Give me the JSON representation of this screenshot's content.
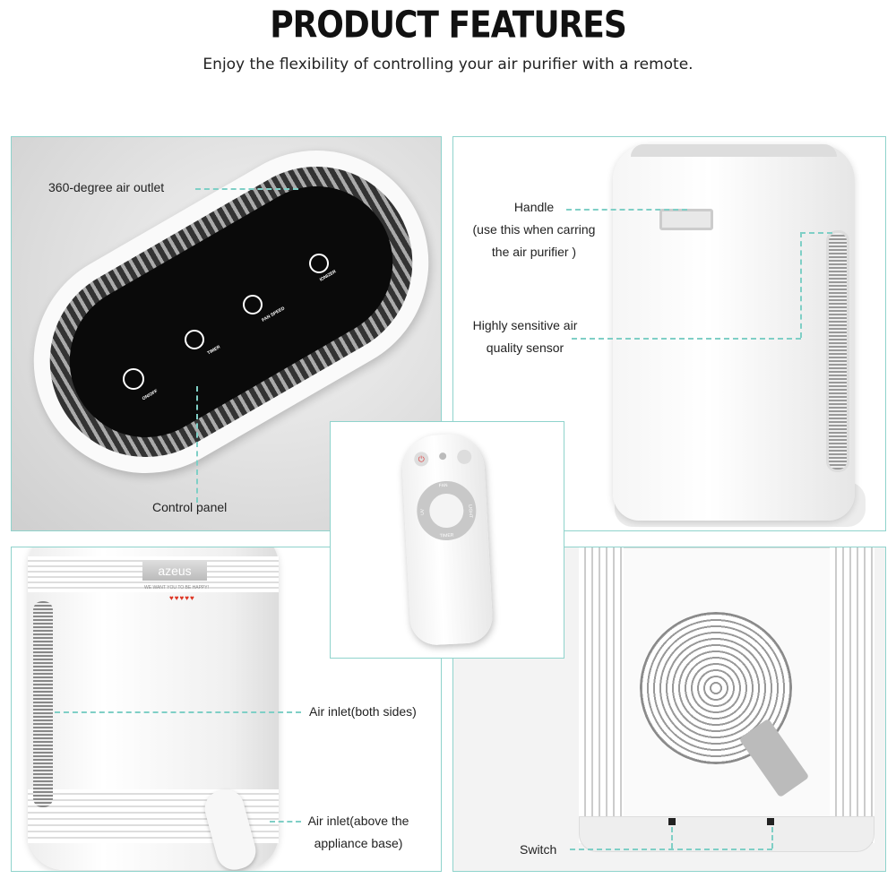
{
  "header": {
    "title": "PRODUCT FEATURES",
    "subtitle": "Enjoy the flexibility of controlling your air purifier with a remote."
  },
  "panels": {
    "control_panel": {
      "callouts": {
        "outlet": "360-degree air outlet",
        "panel": "Control  panel"
      },
      "buttons": [
        "ON/OFF",
        "TIMER",
        "FAN SPEED",
        "IONIZER"
      ]
    },
    "side_view": {
      "handle_lines": [
        "Handle",
        "(use this when carring",
        "the air purifier )"
      ],
      "sensor_lines": [
        "Highly sensitive air",
        "quality sensor"
      ]
    },
    "remote": {
      "buttons": [
        "FAN",
        "LIGHT",
        "TIMER",
        "UV"
      ]
    },
    "front_view": {
      "brand": "azeus",
      "tagline": "WE WANT YOU TO BE HAPPY!",
      "inlet_sides": "Air inlet(both sides)",
      "inlet_base_lines": [
        "Air inlet(above the",
        "appliance base)"
      ]
    },
    "back_view": {
      "switch": "Switch"
    }
  },
  "colors": {
    "accent": "#8fd3cc",
    "panel_black": "#0a0a0a"
  }
}
